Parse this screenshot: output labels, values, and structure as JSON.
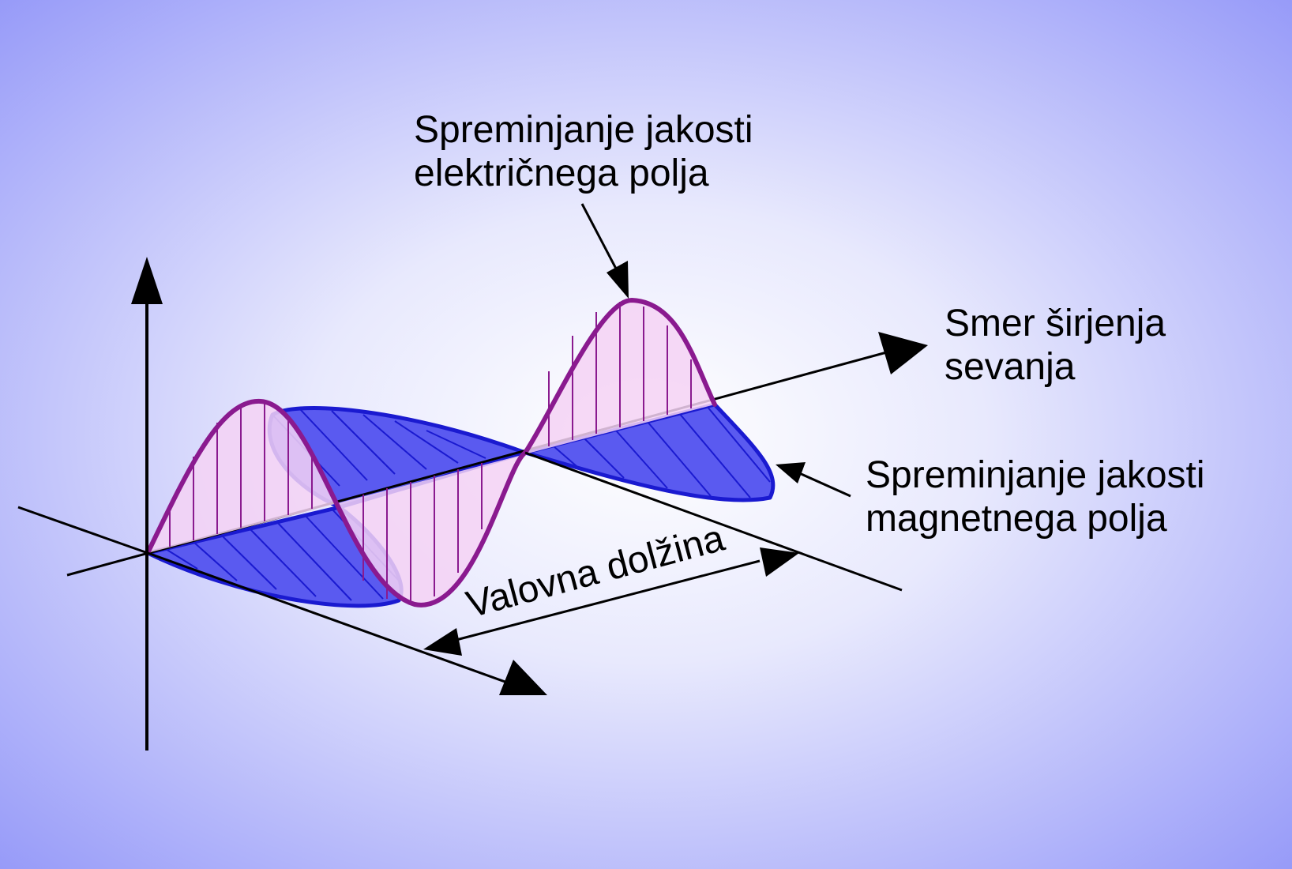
{
  "labels": {
    "electric_line1": "Spreminjanje jakosti",
    "electric_line2": "električnega polja",
    "direction_line1": "Smer širjenja",
    "direction_line2": "sevanja",
    "magnetic_line1": "Spreminjanje jakosti",
    "magnetic_line2": "magnetnega polja",
    "wavelength": "Valovna dolžina"
  },
  "colors": {
    "background_edge": "#8f93f8",
    "background_center": "#ffffff",
    "electric_stroke": "#8a1a8f",
    "electric_fill": "#f4d2f5",
    "magnetic_stroke": "#1a1ad0",
    "magnetic_fill": "#5a5af0",
    "axes": "#000000"
  }
}
